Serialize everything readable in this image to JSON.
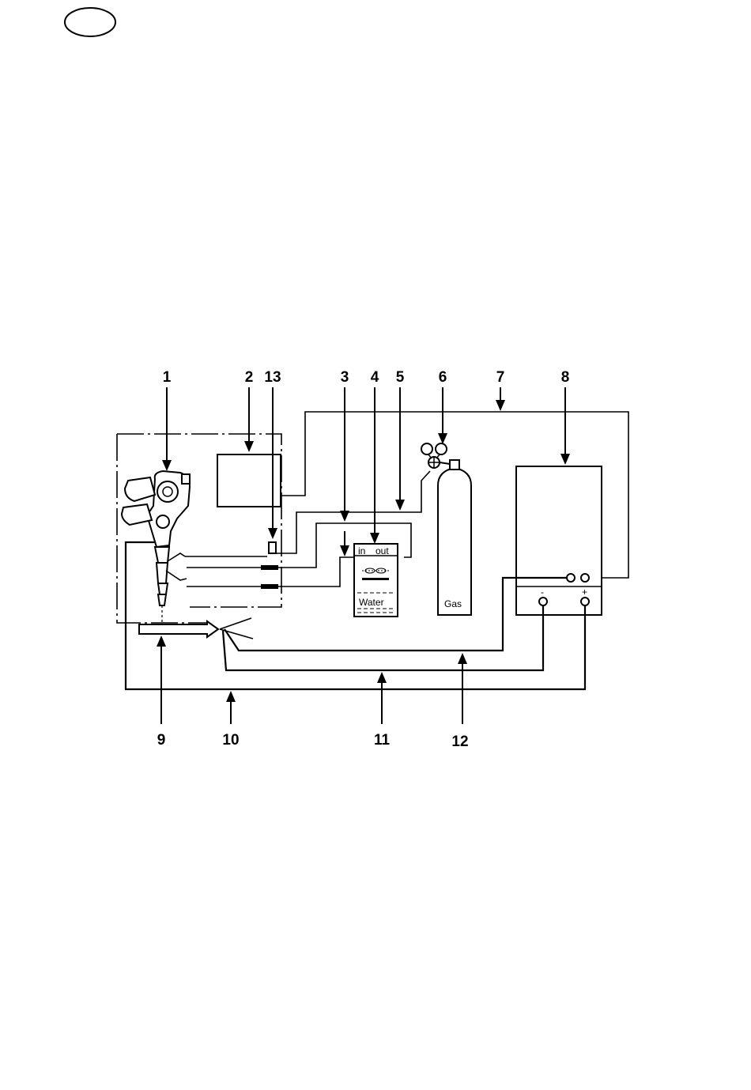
{
  "badge": {
    "text": ""
  },
  "callouts": {
    "c1": "1",
    "c2": "2",
    "c3": "3",
    "c4": "4",
    "c5": "5",
    "c6": "6",
    "c7": "7",
    "c8": "8",
    "c9": "9",
    "c10": "10",
    "c11": "11",
    "c12": "12",
    "c13": "13"
  },
  "cooler": {
    "in_label": "in",
    "out_label": "out",
    "water_label": "Water"
  },
  "cylinder": {
    "gas_label": "Gas"
  },
  "power_source": {
    "minus_label": "-",
    "plus_label": "+"
  },
  "colors": {
    "line": "#000000",
    "background": "#ffffff"
  }
}
